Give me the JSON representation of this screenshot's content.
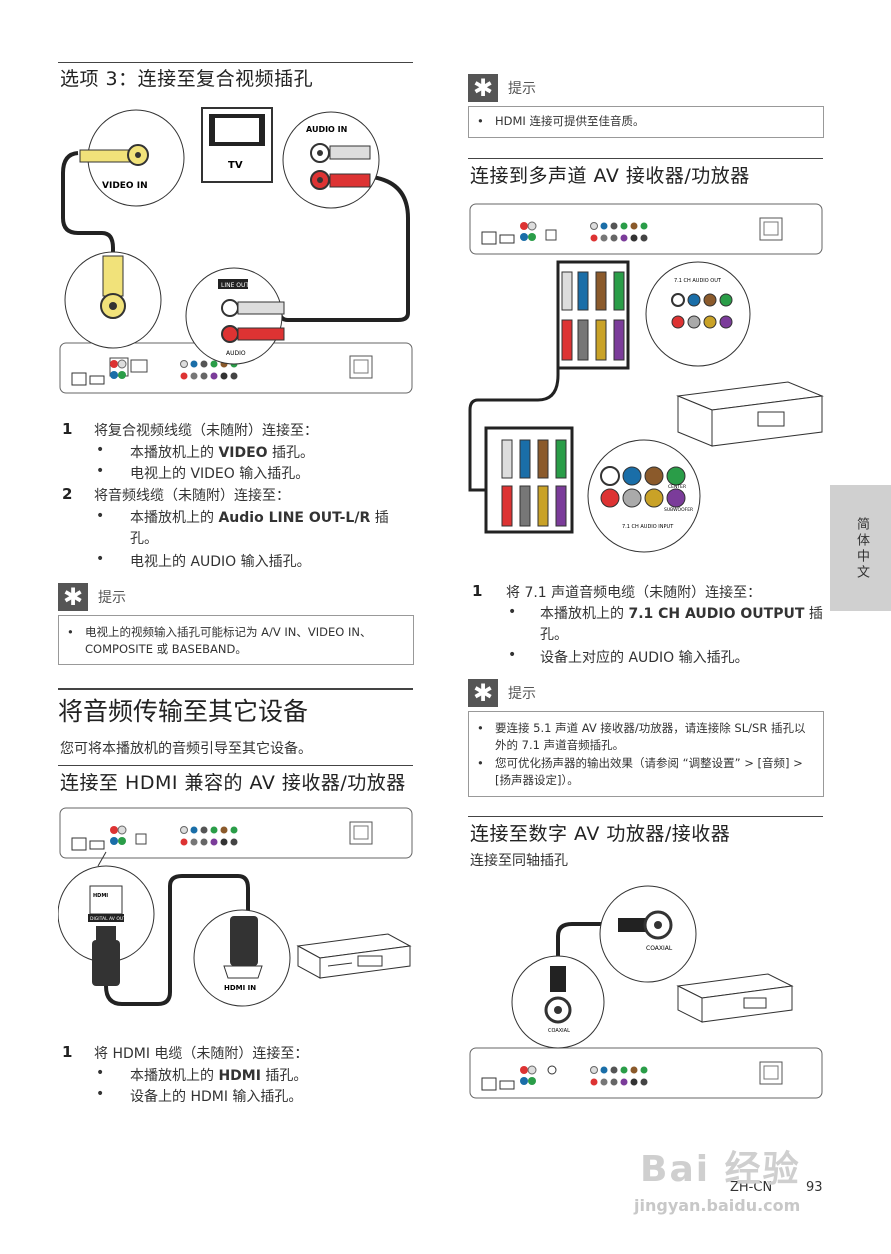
{
  "left": {
    "opt3": {
      "title": "选项 3：连接至复合视频插孔"
    },
    "fig1": {
      "video_in": "VIDEO IN",
      "tv": "TV",
      "audio_in": "AUDIO IN",
      "line_out": "LINE OUT",
      "audio": "AUDIO"
    },
    "steps1": [
      {
        "num": "1",
        "text": "将复合视频线缆（未随附）连接至："
      },
      {
        "bullet": "本播放机上的 ",
        "bold": "VIDEO",
        "after": " 插孔。"
      },
      {
        "bullet": "电视上的 VIDEO 输入插孔。"
      },
      {
        "num": "2",
        "text": "将音频线缆（未随附）连接至："
      },
      {
        "bullet": "本播放机上的 ",
        "bold": "Audio LINE OUT-L/R",
        "after": " 插孔。"
      },
      {
        "bullet": "电视上的 AUDIO 输入插孔。"
      }
    ],
    "tip1": {
      "label": "提示",
      "items": [
        "电视上的视频输入插孔可能标记为 A/V IN、VIDEO IN、COMPOSITE 或 BASEBAND。"
      ]
    },
    "audio_section": {
      "title": "将音频传输至其它设备",
      "desc": "您可将本播放机的音频引导至其它设备。"
    },
    "hdmi": {
      "title": "连接至 HDMI 兼容的 AV 接收器/功放器",
      "hdmi_label": "HDMI",
      "digital_av_out": "DIGITAL AV OUT",
      "hdmi_in": "HDMI IN"
    },
    "steps2": [
      {
        "num": "1",
        "text": "将 HDMI 电缆（未随附）连接至："
      },
      {
        "bullet": "本播放机上的 ",
        "bold": "HDMI",
        "after": " 插孔。"
      },
      {
        "bullet": "设备上的 HDMI 输入插孔。"
      }
    ]
  },
  "right": {
    "tip2": {
      "label": "提示",
      "items": [
        "HDMI 连接可提供至佳音质。"
      ]
    },
    "multi": {
      "title": "连接到多声道 AV 接收器/功放器",
      "out_label": "7.1 CH AUDIO OUT",
      "in_label": "7.1 CH AUDIO INPUT",
      "center": "CENTER",
      "subwoofer": "SUBWOOFER"
    },
    "steps3": [
      {
        "num": "1",
        "text": "将 7.1 声道音频电缆（未随附）连接至："
      },
      {
        "bullet": "本播放机上的 ",
        "bold": "7.1 CH AUDIO OUTPUT",
        "after": " 插孔。"
      },
      {
        "bullet": "设备上对应的 AUDIO 输入插孔。"
      }
    ],
    "tip3": {
      "label": "提示",
      "items": [
        "要连接 5.1 声道 AV 接收器/功放器，请连接除 SL/SR 插孔以外的 7.1 声道音频插孔。",
        "您可优化扬声器的输出效果（请参阅 “调整设置” > [音频] > [扬声器设定]）。"
      ]
    },
    "digital": {
      "title": "连接至数字 AV 功放器/接收器",
      "subtitle": "连接至同轴插孔",
      "coaxial": "COAXIAL"
    }
  },
  "side_tab": {
    "label": "简体中文"
  },
  "footer": {
    "lang": "ZH-CN",
    "page": "93"
  },
  "watermark": {
    "text": "Bai 经验",
    "url": "jingyan.baidu.com"
  }
}
